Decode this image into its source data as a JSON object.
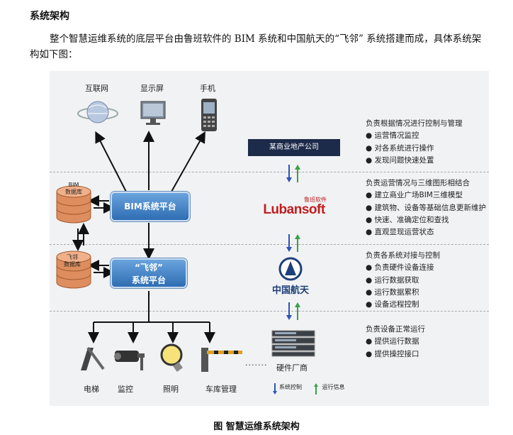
{
  "heading": "系统架构",
  "paragraph": "整个智慧运维系统的底层平台由鲁班软件的 BIM 系统和中国航天的“飞邻” 系统搭建而成，具体系统架构如下图：",
  "caption": "图 智慧运维系统架构",
  "figure": {
    "top_devices": [
      "互联网",
      "显示屏",
      "手机"
    ],
    "company": "某商业地产公司",
    "luban_small": "鲁班软件",
    "luban_logo": "Lubansoft",
    "cast_name": "中国航天",
    "bim_db": [
      "BIM",
      "数据库"
    ],
    "feilin_db": [
      "飞邻",
      "数据库"
    ],
    "bim_platform": "BIM系统平台",
    "feilin_platform": [
      "“飞邻”",
      "系统平台"
    ],
    "bottom_devices": [
      "电梯",
      "监控",
      "照明",
      "车库管理"
    ],
    "ellipsis": "·······",
    "hardware": "硬件厂商",
    "legend_control": "系统控制",
    "legend_info": "运行信息",
    "descriptions": [
      {
        "title": "负责根据情况进行控制与管理",
        "items": [
          "运营情况监控",
          "对各系统进行操作",
          "发现问题快速处置"
        ]
      },
      {
        "title": "负责运营情况与三维图形相结合",
        "items": [
          "建立商业广场BIM三维模型",
          "建筑物、设备等基础信息更新维护",
          "快速、准确定位和查找",
          "直观显现运营状态"
        ]
      },
      {
        "title": "负责各系统对接与控制",
        "items": [
          "负责硬件设备连接",
          "运行数据获取",
          "运行数据累积",
          "设备远程控制"
        ]
      },
      {
        "title": "负责设备正常运行",
        "items": [
          "提供运行数据",
          "提供操控接口"
        ]
      }
    ]
  },
  "colors": {
    "platform": "#3a7cc4",
    "db": "#d9885a",
    "control_arrow": "#2a55b5",
    "info_arrow": "#3aa04a",
    "luban": "#c01e1e"
  }
}
